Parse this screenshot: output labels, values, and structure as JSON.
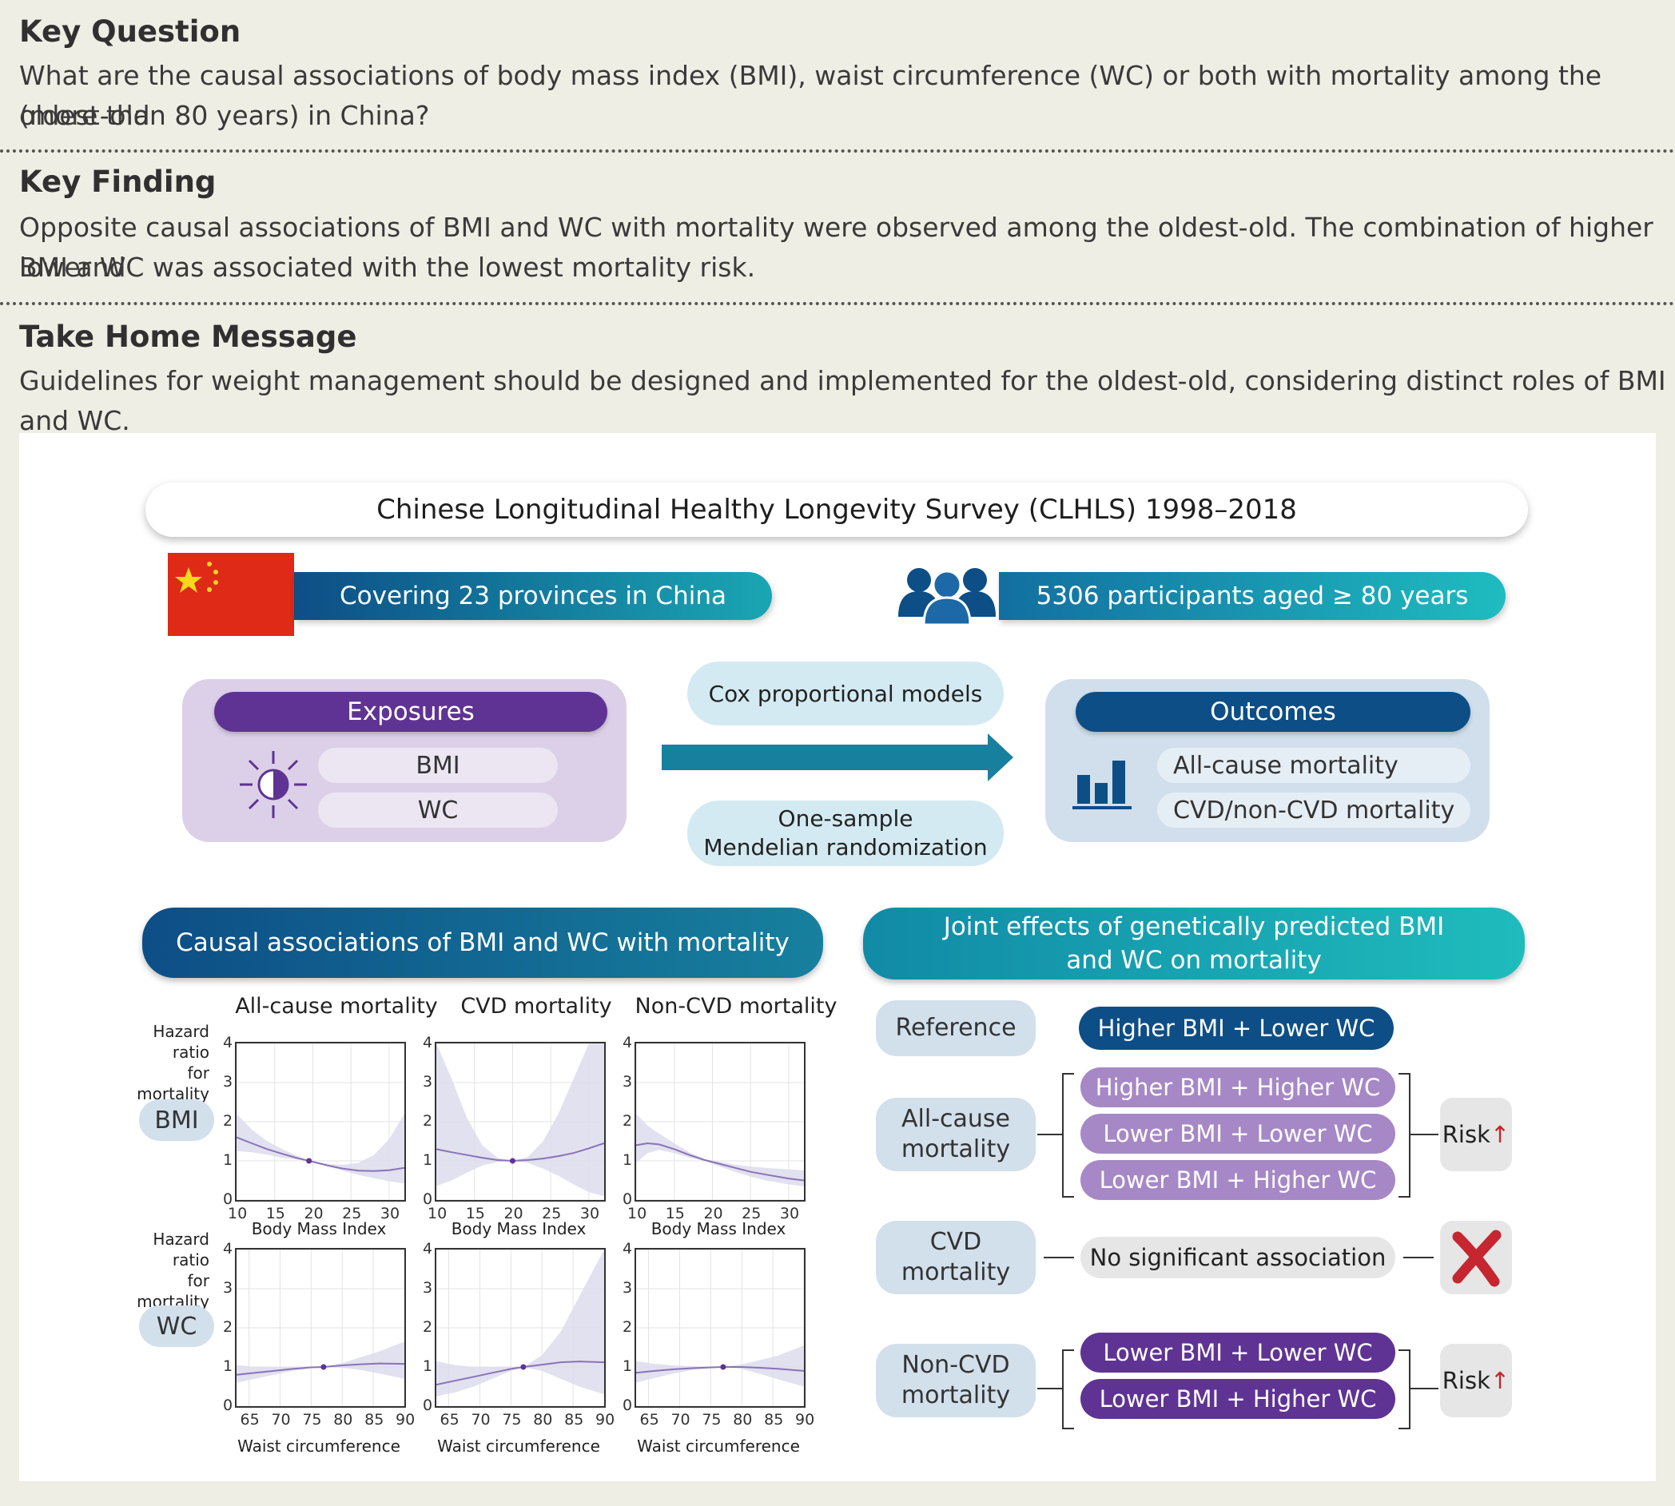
{
  "key_question": {
    "heading": "Key Question",
    "line1": "What are the causal associations of body mass index (BMI), waist circumference (WC) or both with mortality among the oldest-old",
    "line2": "(more than 80 years) in China?"
  },
  "key_finding": {
    "heading": "Key Finding",
    "line1": "Opposite causal associations of BMI and WC with mortality were observed among the oldest-old. The combination of higher BMI and",
    "line2": "lower WC was associated with the lowest mortality risk."
  },
  "take_home": {
    "heading": "Take Home Message",
    "line1": "Guidelines for weight management should be designed and implemented for the oldest-old, considering distinct roles of BMI and WC."
  },
  "survey": {
    "title": "Chinese Longitudinal Healthy Longevity Survey (CLHLS) 1998–2018",
    "provinces": "Covering 23 provinces in China",
    "participants": "5306 participants aged ≥ 80 years"
  },
  "design": {
    "exposures_title": "Exposures",
    "exposures": [
      "BMI",
      "WC"
    ],
    "method1": "Cox proportional models",
    "method2_line1": "One-sample",
    "method2_line2": "Mendelian randomization",
    "outcomes_title": "Outcomes",
    "outcomes": [
      "All-cause mortality",
      "CVD/non-CVD mortality"
    ]
  },
  "causal": {
    "banner": "Causal associations of BMI and WC with mortality",
    "col_titles": [
      "All-cause mortality",
      "CVD mortality",
      "Non-CVD mortality"
    ],
    "ylabel_lines": [
      "Hazard",
      "ratio",
      "for",
      "mortality"
    ],
    "row_labels": [
      "BMI",
      "WC"
    ],
    "y_ticks": [
      "0",
      "1",
      "2",
      "3",
      "4"
    ],
    "bmi_ticks": [
      "10",
      "15",
      "20",
      "25",
      "30"
    ],
    "wc_ticks": [
      "65",
      "70",
      "75",
      "80",
      "85",
      "90"
    ],
    "bmi_xlabel": "Body Mass Index",
    "wc_xlabel": "Waist circumference"
  },
  "chart_data": [
    {
      "type": "line",
      "title": "All-cause mortality",
      "xlabel": "Body Mass Index",
      "ylabel": "Hazard ratio for mortality",
      "xlim": [
        10,
        32
      ],
      "ylim": [
        0,
        4
      ],
      "series": [
        {
          "x": [
            10,
            12,
            14,
            16,
            18,
            19.5,
            22,
            24,
            26,
            28,
            30,
            32
          ],
          "values": [
            1.6,
            1.45,
            1.3,
            1.18,
            1.07,
            1.0,
            0.88,
            0.8,
            0.75,
            0.74,
            0.76,
            0.82
          ],
          "lower": [
            1.25,
            1.22,
            1.16,
            1.08,
            1.03,
            1.0,
            0.86,
            0.74,
            0.64,
            0.56,
            0.48,
            0.42
          ],
          "upper": [
            2.2,
            1.8,
            1.5,
            1.3,
            1.12,
            1.0,
            0.92,
            0.9,
            0.95,
            1.15,
            1.55,
            2.2
          ]
        }
      ]
    },
    {
      "type": "line",
      "title": "CVD mortality",
      "xlabel": "Body Mass Index",
      "ylabel": "Hazard ratio for mortality",
      "xlim": [
        10,
        32
      ],
      "ylim": [
        0,
        4
      ],
      "series": [
        {
          "x": [
            10,
            12,
            14,
            16,
            18,
            20,
            22,
            24,
            26,
            28,
            30,
            32
          ],
          "values": [
            1.3,
            1.22,
            1.15,
            1.08,
            1.02,
            1.0,
            1.02,
            1.06,
            1.12,
            1.2,
            1.32,
            1.45
          ],
          "lower": [
            0.35,
            0.5,
            0.7,
            0.88,
            0.97,
            1.0,
            0.95,
            0.8,
            0.62,
            0.4,
            0.2,
            0.1
          ],
          "upper": [
            4,
            3.1,
            2.1,
            1.4,
            1.08,
            1.0,
            1.1,
            1.5,
            2.2,
            3.1,
            4,
            4
          ]
        }
      ]
    },
    {
      "type": "line",
      "title": "Non-CVD mortality",
      "xlabel": "Body Mass Index",
      "ylabel": "Hazard ratio for mortality",
      "xlim": [
        10,
        32
      ],
      "ylim": [
        0,
        4
      ],
      "series": [
        {
          "x": [
            10,
            11.5,
            13,
            15,
            17,
            19,
            21,
            23,
            25,
            27,
            30,
            32
          ],
          "values": [
            1.4,
            1.45,
            1.42,
            1.3,
            1.15,
            1.02,
            0.92,
            0.82,
            0.72,
            0.65,
            0.55,
            0.5
          ],
          "lower": [
            0.95,
            1.2,
            1.28,
            1.2,
            1.08,
            1.0,
            0.85,
            0.72,
            0.6,
            0.5,
            0.4,
            0.35
          ],
          "upper": [
            2.2,
            1.9,
            1.7,
            1.45,
            1.22,
            1.04,
            0.98,
            0.9,
            0.85,
            0.82,
            0.78,
            0.76
          ]
        }
      ]
    },
    {
      "type": "line",
      "title": "All-cause mortality",
      "xlabel": "Waist circumference",
      "ylabel": "Hazard ratio for mortality",
      "xlim": [
        63,
        90
      ],
      "ylim": [
        0,
        4
      ],
      "series": [
        {
          "x": [
            63,
            66,
            69,
            72,
            75,
            77,
            80,
            83,
            86,
            90
          ],
          "values": [
            0.8,
            0.85,
            0.9,
            0.95,
            0.99,
            1.0,
            1.04,
            1.07,
            1.09,
            1.08
          ],
          "lower": [
            0.6,
            0.7,
            0.8,
            0.9,
            0.97,
            1.0,
            0.98,
            0.92,
            0.83,
            0.7
          ],
          "upper": [
            1.05,
            1.0,
            0.99,
            1.0,
            1.01,
            1.0,
            1.1,
            1.25,
            1.4,
            1.65
          ]
        }
      ]
    },
    {
      "type": "line",
      "title": "CVD mortality",
      "xlabel": "Waist circumference",
      "ylabel": "Hazard ratio for mortality",
      "xlim": [
        63,
        90
      ],
      "ylim": [
        0,
        4
      ],
      "series": [
        {
          "x": [
            63,
            66,
            69,
            72,
            75,
            77,
            80,
            83,
            86,
            90
          ],
          "values": [
            0.55,
            0.65,
            0.75,
            0.85,
            0.95,
            1.0,
            1.06,
            1.12,
            1.14,
            1.12
          ],
          "lower": [
            0.25,
            0.35,
            0.5,
            0.7,
            0.9,
            1.0,
            0.9,
            0.7,
            0.5,
            0.3
          ],
          "upper": [
            1.15,
            1.05,
            1.0,
            1.0,
            1.01,
            1.0,
            1.3,
            1.9,
            2.8,
            4
          ]
        }
      ]
    },
    {
      "type": "line",
      "title": "Non-CVD mortality",
      "xlabel": "Waist circumference",
      "ylabel": "Hazard ratio for mortality",
      "xlim": [
        63,
        90
      ],
      "ylim": [
        0,
        4
      ],
      "series": [
        {
          "x": [
            63,
            66,
            69,
            72,
            75,
            77,
            80,
            83,
            86,
            90
          ],
          "values": [
            0.85,
            0.9,
            0.94,
            0.97,
            0.99,
            1.0,
            1.0,
            0.98,
            0.95,
            0.9
          ],
          "lower": [
            0.6,
            0.72,
            0.83,
            0.92,
            0.97,
            1.0,
            0.95,
            0.82,
            0.68,
            0.5
          ],
          "upper": [
            1.15,
            1.08,
            1.04,
            1.02,
            1.01,
            1.0,
            1.07,
            1.18,
            1.3,
            1.55
          ]
        }
      ]
    }
  ],
  "joint": {
    "banner_line1": "Joint effects of genetically predicted BMI",
    "banner_line2": "and WC on mortality",
    "reference_label": "Reference",
    "reference_value": "Higher BMI + Lower WC",
    "allcause_line1": "All-cause",
    "allcause_line2": "mortality",
    "allcause_items": [
      "Higher BMI + Higher WC",
      "Lower BMI + Lower WC",
      "Lower BMI + Higher WC"
    ],
    "cvd_line1": "CVD",
    "cvd_line2": "mortality",
    "cvd_value": "No significant association",
    "noncvd_line1": "Non-CVD",
    "noncvd_line2": "mortality",
    "noncvd_items": [
      "Lower BMI + Lower WC",
      "Lower BMI + Higher WC"
    ],
    "risk_label": "Risk",
    "risk_arrow": "↑"
  },
  "colors": {
    "background": "#efeee4",
    "purple_dark": "#5f3393",
    "purple_light": "#a688c6",
    "blue_dark": "#0d4e86",
    "teal": "#1aa6b3",
    "curve": "#8a72b8",
    "red_x": "#c5262f"
  }
}
